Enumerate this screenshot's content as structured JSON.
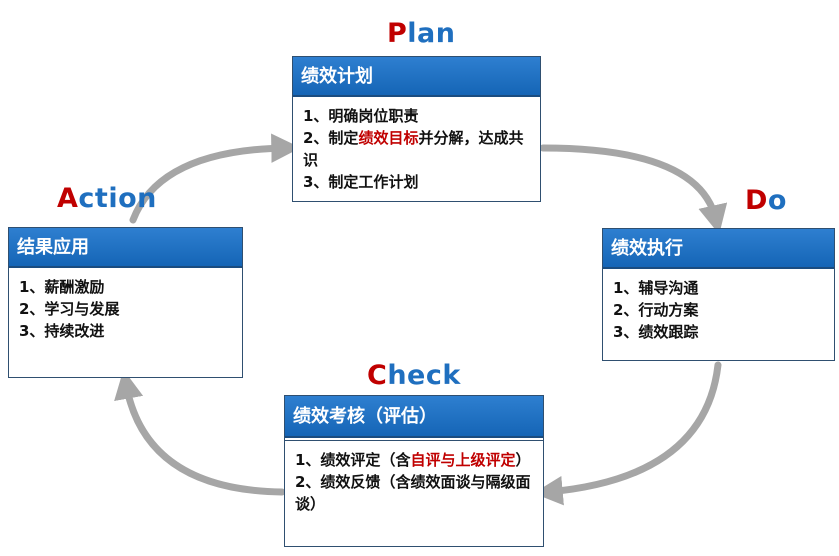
{
  "colors": {
    "accent_red": "#c00000",
    "title_blue": "#1f6fbf",
    "header_blue": "#1f6fc4",
    "arrow_gray": "#a6a6a6"
  },
  "plan": {
    "title_initial": "P",
    "title_rest": "lan",
    "header": "绩效计划",
    "items": {
      "i1": "1、明确岗位职责",
      "i2_pre": "2、制定",
      "i2_hl": "绩效目标",
      "i2_post": "并分解，达成共识",
      "i3": "3、制定工作计划"
    }
  },
  "do": {
    "title_initial": "D",
    "title_rest": "o",
    "header": "绩效执行",
    "items": [
      "1、辅导沟通",
      "2、行动方案",
      "3、绩效跟踪"
    ]
  },
  "check": {
    "title_initial": "C",
    "title_rest": "heck",
    "header": "绩效考核（评估）",
    "items": {
      "i1_pre": "1、绩效评定（含",
      "i1_hl": "自评与上级评定",
      "i1_post": "）",
      "i2": "2、绩效反馈（含绩效面谈与隔级面谈）"
    }
  },
  "action": {
    "title_initial": "A",
    "title_rest": "ction",
    "header": "结果应用",
    "items": [
      "1、薪酬激励",
      "2、学习与发展",
      "3、持续改进"
    ]
  }
}
